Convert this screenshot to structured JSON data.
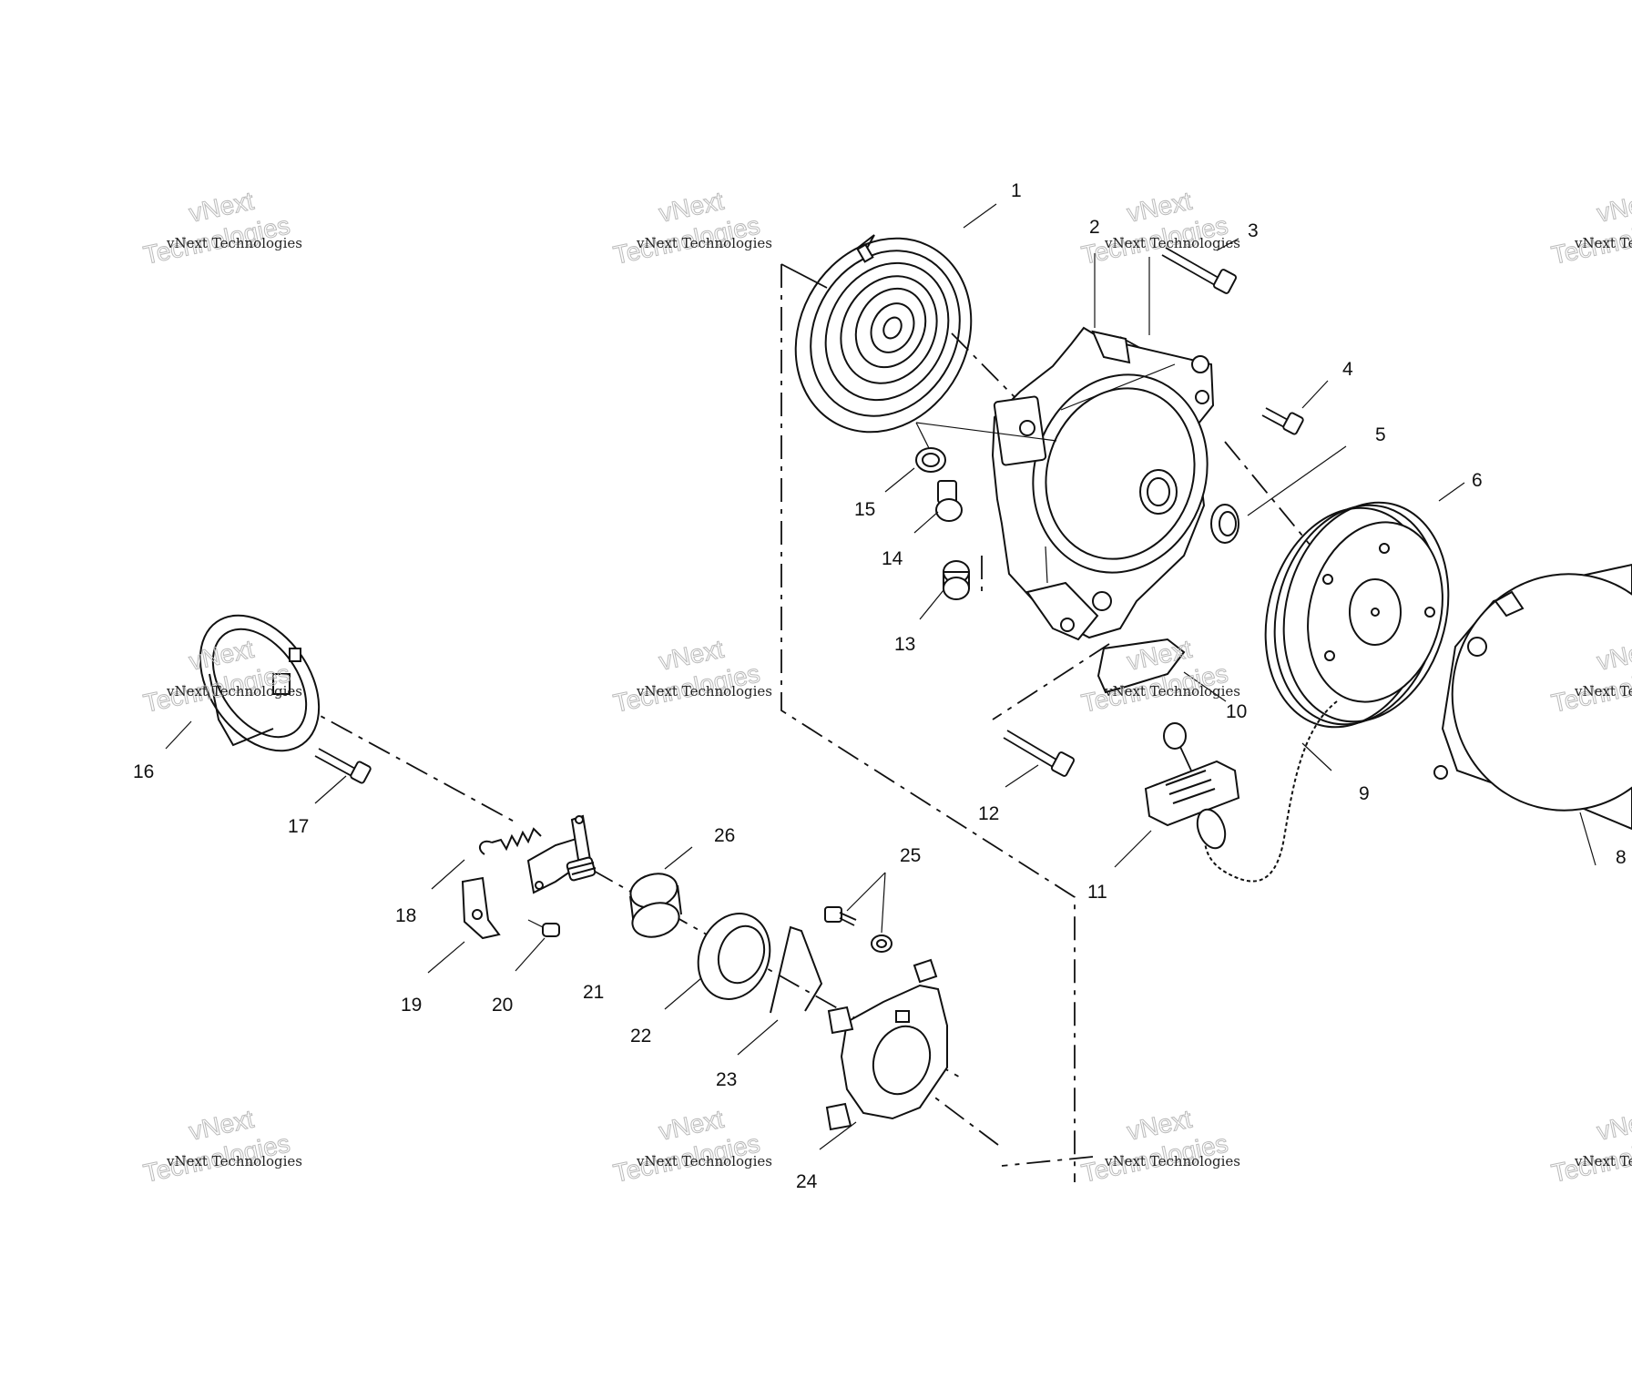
{
  "diagram": {
    "callouts": [
      {
        "id": "1",
        "label": "1"
      },
      {
        "id": "2",
        "label": "2"
      },
      {
        "id": "3",
        "label": "3"
      },
      {
        "id": "4",
        "label": "4"
      },
      {
        "id": "5",
        "label": "5"
      },
      {
        "id": "6",
        "label": "6"
      },
      {
        "id": "8",
        "label": "8"
      },
      {
        "id": "9",
        "label": "9"
      },
      {
        "id": "10",
        "label": "10"
      },
      {
        "id": "11",
        "label": "11"
      },
      {
        "id": "12",
        "label": "12"
      },
      {
        "id": "13",
        "label": "13"
      },
      {
        "id": "14",
        "label": "14"
      },
      {
        "id": "15",
        "label": "15"
      },
      {
        "id": "16",
        "label": "16"
      },
      {
        "id": "17",
        "label": "17"
      },
      {
        "id": "18",
        "label": "18"
      },
      {
        "id": "19",
        "label": "19"
      },
      {
        "id": "20",
        "label": "20"
      },
      {
        "id": "21",
        "label": "21"
      },
      {
        "id": "22",
        "label": "22"
      },
      {
        "id": "23",
        "label": "23"
      },
      {
        "id": "24",
        "label": "24"
      },
      {
        "id": "25",
        "label": "25"
      },
      {
        "id": "26",
        "label": "26"
      }
    ]
  },
  "watermark": {
    "line_small": "vNext Technologies",
    "line_large_1": "vNext",
    "line_large_2": "Technologies"
  },
  "colors": {
    "ink": "#111111",
    "background": "#ffffff",
    "watermark_outline": "#bbbbbb"
  }
}
